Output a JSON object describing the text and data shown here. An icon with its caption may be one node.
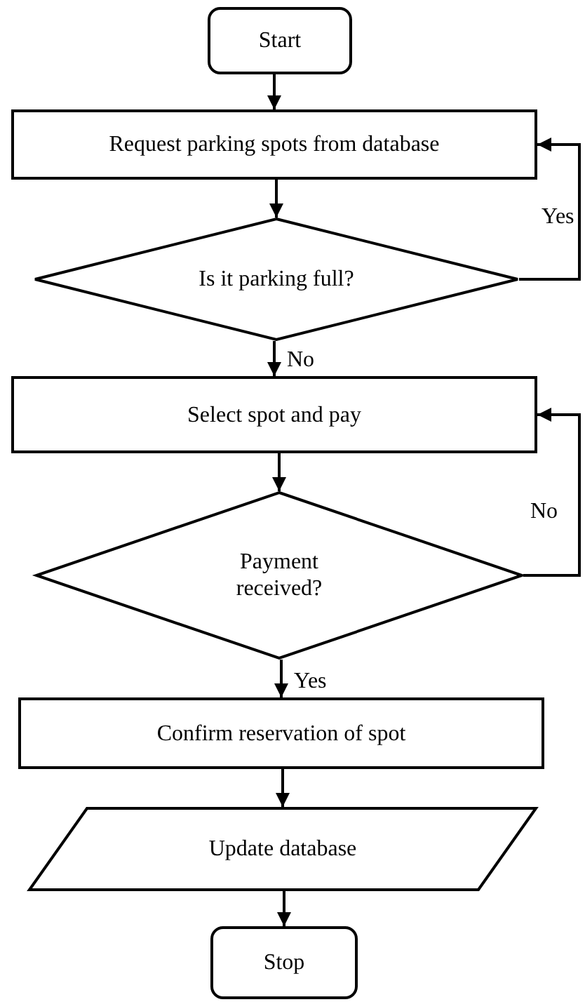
{
  "diagram": {
    "nodes": [
      {
        "text": [
          "Start"
        ]
      },
      {
        "text": [
          "Request parking spots from database"
        ]
      },
      {
        "text": [
          "Is it parking full?"
        ]
      },
      {
        "text": [
          "Select spot and pay"
        ]
      },
      {
        "text": [
          "Payment received?"
        ]
      },
      {
        "text": [
          "Confirm reservation of spot"
        ]
      },
      {
        "text": [
          "Update database"
        ]
      },
      {
        "text": [
          "Stop"
        ]
      }
    ],
    "edges": [
      {
        "from": 0,
        "to": 1,
        "arrow": "to"
      },
      {
        "from": 1,
        "to": 2,
        "arrow": "to"
      },
      {
        "from": 2,
        "to": 1,
        "arrow": "to",
        "label": "Yes"
      },
      {
        "from": 2,
        "to": 3,
        "arrow": "to",
        "label": "No"
      },
      {
        "from": 3,
        "to": 4,
        "arrow": "to"
      },
      {
        "from": 4,
        "to": 3,
        "arrow": "to",
        "label": "No"
      },
      {
        "from": 4,
        "to": 5,
        "arrow": "to",
        "label": "Yes"
      },
      {
        "from": 5,
        "to": 6,
        "arrow": "to"
      },
      {
        "from": 6,
        "to": 7,
        "arrow": "to"
      }
    ]
  }
}
